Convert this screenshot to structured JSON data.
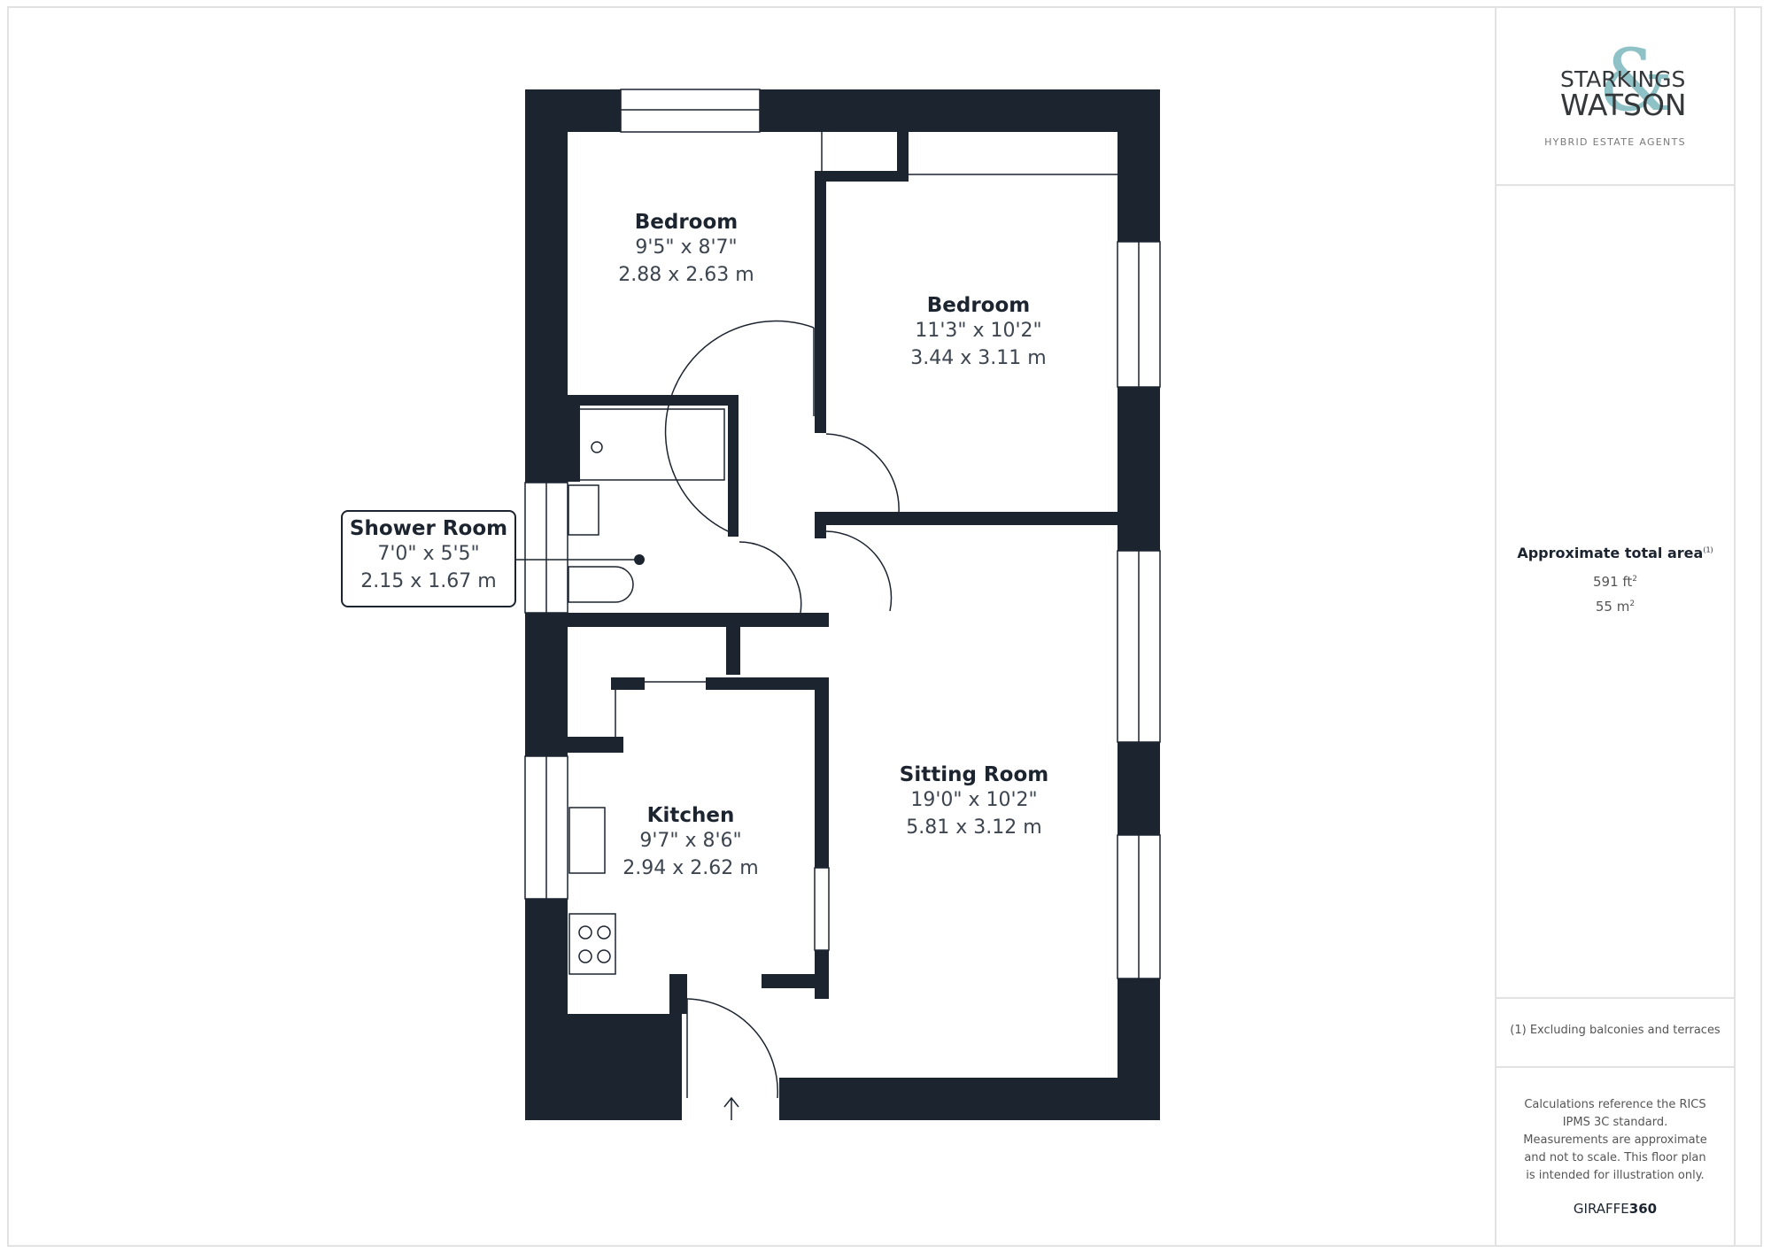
{
  "brand": {
    "line1": "STARKINGS",
    "line2": "WATSON",
    "ampersand": "&",
    "tagline": "HYBRID ESTATE AGENTS",
    "accent_color": "#8fc2c6",
    "text_color": "#35383a"
  },
  "area": {
    "title": "Approximate total area",
    "footnote_marker": "(1)",
    "sqft_value": "591 ft",
    "sqm_value": "55 m",
    "unit_exponent": "2"
  },
  "note": {
    "text": "(1) Excluding balconies and terraces"
  },
  "disclaimer": {
    "text": "Calculations reference the RICS IPMS 3C standard. Measurements are approximate and not to scale. This floor plan is intended for illustration only."
  },
  "provider": {
    "name_regular": "GIRAFFE",
    "name_bold": "360"
  },
  "floorplan": {
    "wall_color": "#1c2430",
    "rooms": [
      {
        "name": "Bedroom",
        "imperial": "9'5\" x 8'7\"",
        "metric": "2.88 x 2.63 m"
      },
      {
        "name": "Bedroom",
        "imperial": "11'3\" x 10'2\"",
        "metric": "3.44 x 3.11 m"
      },
      {
        "name": "Shower Room",
        "imperial": "7'0\" x 5'5\"",
        "metric": "2.15 x 1.67 m"
      },
      {
        "name": "Kitchen",
        "imperial": "9'7\" x 8'6\"",
        "metric": "2.94 x 2.62 m"
      },
      {
        "name": "Sitting Room",
        "imperial": "19'0\" x 10'2\"",
        "metric": "5.81 x 3.12 m"
      }
    ],
    "entrance_arrow": "↑"
  }
}
